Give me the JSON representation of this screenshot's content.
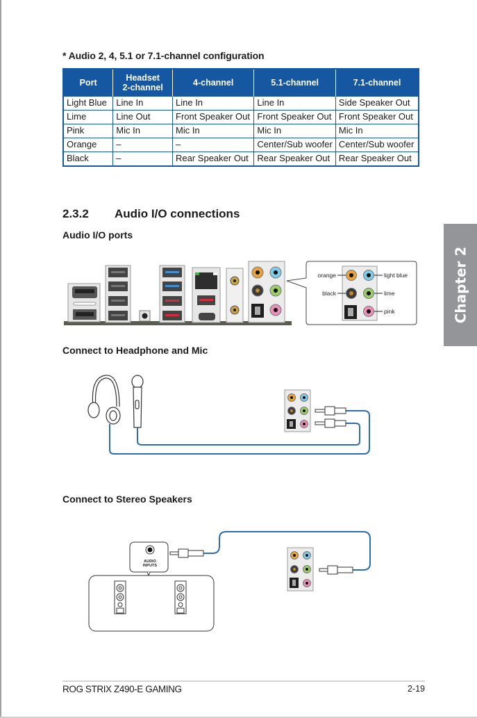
{
  "config": {
    "title": "* Audio 2, 4, 5.1 or 7.1-channel configuration",
    "headers": [
      "Port",
      "Headset\n2-channel",
      "4-channel",
      "5.1-channel",
      "7.1-channel"
    ],
    "header_lines": [
      [
        "Port"
      ],
      [
        "Headset",
        "2-channel"
      ],
      [
        "4-channel"
      ],
      [
        "5.1-channel"
      ],
      [
        "7.1-channel"
      ]
    ],
    "rows": [
      [
        "Light Blue",
        "Line In",
        "Line In",
        "Line In",
        "Side Speaker Out"
      ],
      [
        "Lime",
        "Line Out",
        "Front Speaker Out",
        "Front Speaker Out",
        "Front Speaker Out"
      ],
      [
        "Pink",
        "Mic In",
        "Mic In",
        "Mic In",
        "Mic In"
      ],
      [
        "Orange",
        "–",
        "–",
        "Center/Sub woofer",
        "Center/Sub woofer"
      ],
      [
        "Black",
        "–",
        "Rear Speaker Out",
        "Rear Speaker Out",
        "Rear Speaker Out"
      ]
    ]
  },
  "section": {
    "number": "2.3.2",
    "title": "Audio I/O connections",
    "ports_heading": "Audio I/O ports",
    "headphone_heading": "Connect to Headphone and Mic",
    "speakers_heading": "Connect to Stereo Speakers"
  },
  "port_callout": {
    "labels": {
      "orange": "orange",
      "black": "black",
      "light_blue": "light blue",
      "lime": "lime",
      "pink": "pink"
    }
  },
  "speaker_box": {
    "label_line1": "AUDIO",
    "label_line2": "INPUTS"
  },
  "jack_colors": {
    "orange": "#e8a33c",
    "black": "#3a3a3a",
    "light_blue": "#7fcbe8",
    "lime": "#9ccc6a",
    "pink": "#ea8fb8"
  },
  "colors": {
    "table_blue": "#1557a0",
    "cable_blue": "#2d6bb4",
    "chapter_tab": "#939598"
  },
  "chapter_tab": {
    "label": "Chapter 2"
  },
  "footer": {
    "product": "ROG STRIX Z490-E GAMING",
    "page": "2-19"
  }
}
